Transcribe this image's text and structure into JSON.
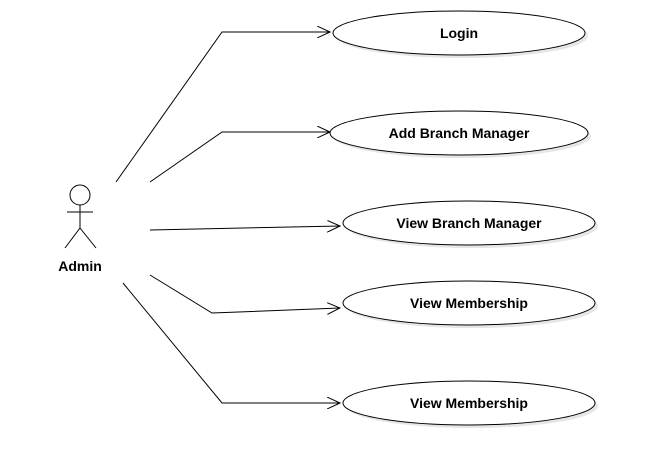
{
  "colors": {
    "stroke": "#000000",
    "fill": "#ffffff",
    "shadow": "#e6e6e6"
  },
  "actor": {
    "name": "Admin",
    "icon": "stick-figure-actor-icon"
  },
  "use_cases": [
    {
      "label": "Login"
    },
    {
      "label": "Add Branch Manager"
    },
    {
      "label": "View Branch Manager"
    },
    {
      "label": "View Membership"
    },
    {
      "label": "View Membership"
    }
  ]
}
